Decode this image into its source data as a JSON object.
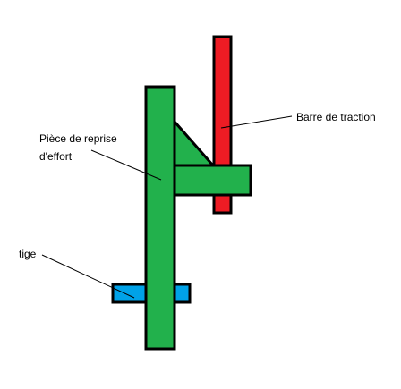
{
  "labels": {
    "traction_bar": "Barre de traction",
    "load_piece_line1": "Pièce de reprise",
    "load_piece_line2": "d'effort",
    "rod": "tige"
  },
  "colors": {
    "load_piece": "#22b14c",
    "traction_bar": "#ed1c24",
    "rod": "#00a2e8",
    "outline": "#000000",
    "leader_line": "#000000"
  }
}
